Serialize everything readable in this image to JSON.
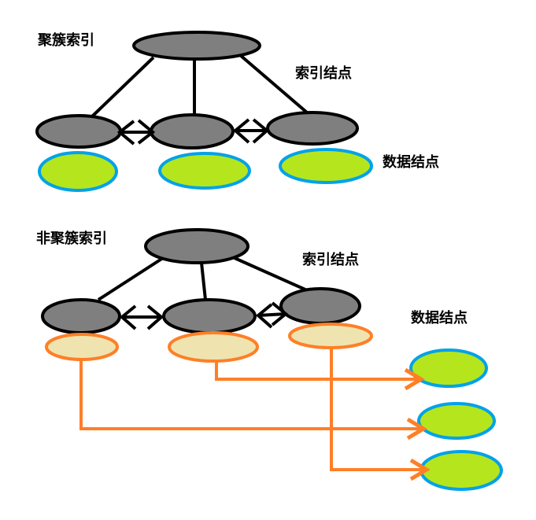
{
  "clustered_section": {
    "title": "聚簇索引",
    "index_node_label": "索引结点",
    "data_node_label": "数据结点"
  },
  "non_clustered_section": {
    "title": "非聚簇索引",
    "index_node_label": "索引结点",
    "data_node_label": "数据结点"
  },
  "colors": {
    "canvas_bg": "#FFFFFF",
    "line": "#000000",
    "label_color": "#000000",
    "index_node_fill": "#7F7F7F",
    "data_node_fill": "#B5E61D",
    "data_node_stroke": "#00A2E8",
    "record_node_fill": "#EFE4B0",
    "record_node_stroke": "#FF7F27"
  }
}
